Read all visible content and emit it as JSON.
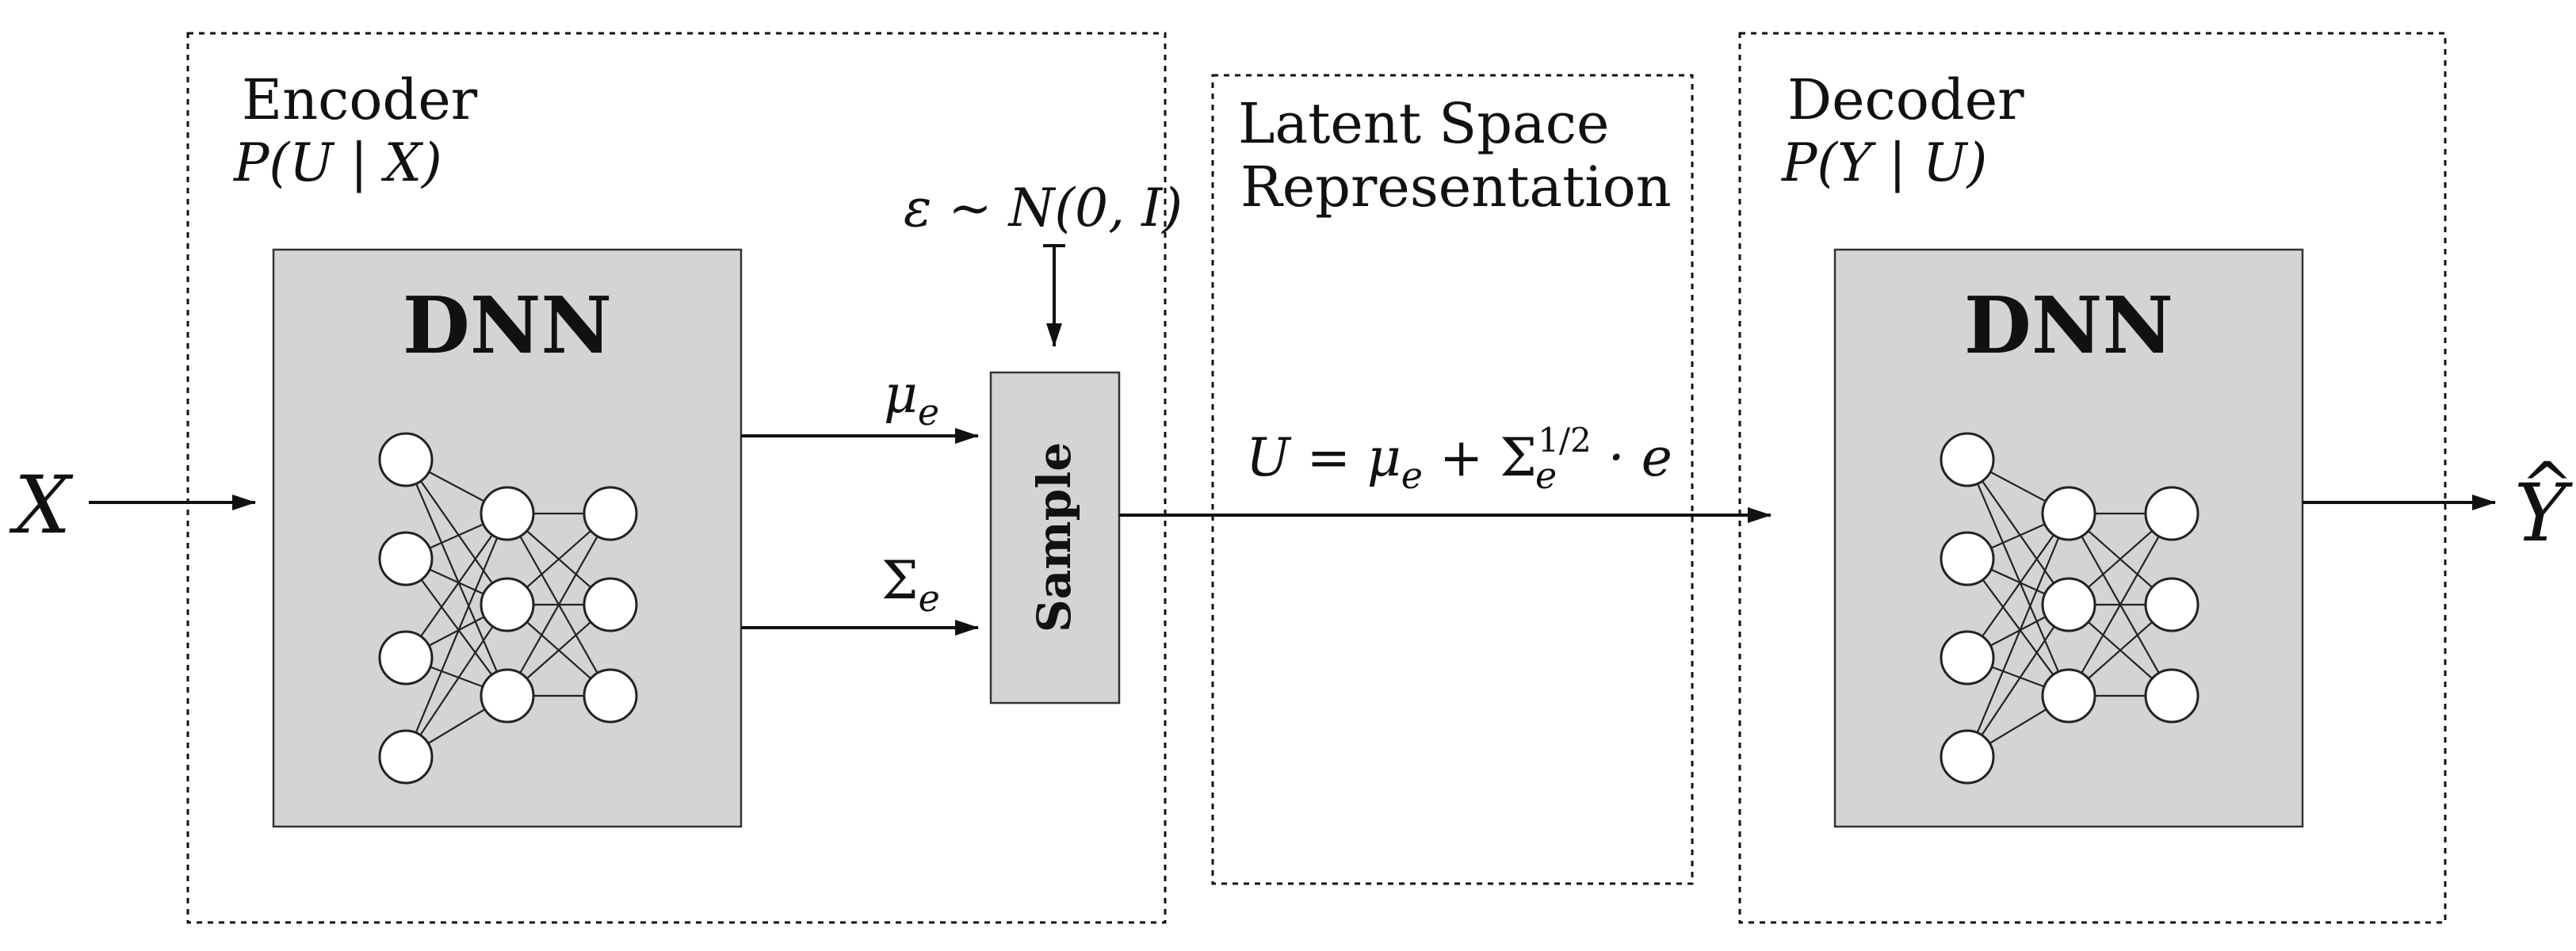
{
  "encoder": {
    "title": "Encoder",
    "distribution": "P(U | X)",
    "dnn_label": "DNN",
    "mu_label": "μ",
    "mu_sub": "e",
    "sigma_label": "Σ",
    "sigma_sub": "e"
  },
  "noise": {
    "label": "ε ∼ N(0, I)"
  },
  "sample": {
    "label": "Sample"
  },
  "latent": {
    "title_line1": "Latent Space",
    "title_line2": "Representation",
    "eq_lhs": "U = μ",
    "eq_sub1": "e",
    "eq_plus": " + Σ",
    "eq_sub2": "e",
    "eq_sup": "1/2",
    "eq_tail": " · e"
  },
  "decoder": {
    "title": "Decoder",
    "distribution": "P(Y | U)",
    "dnn_label": "DNN"
  },
  "input": {
    "label": "X"
  },
  "output": {
    "label": "Y",
    "hat": "^"
  },
  "network": {
    "layers": [
      4,
      3,
      3
    ]
  }
}
